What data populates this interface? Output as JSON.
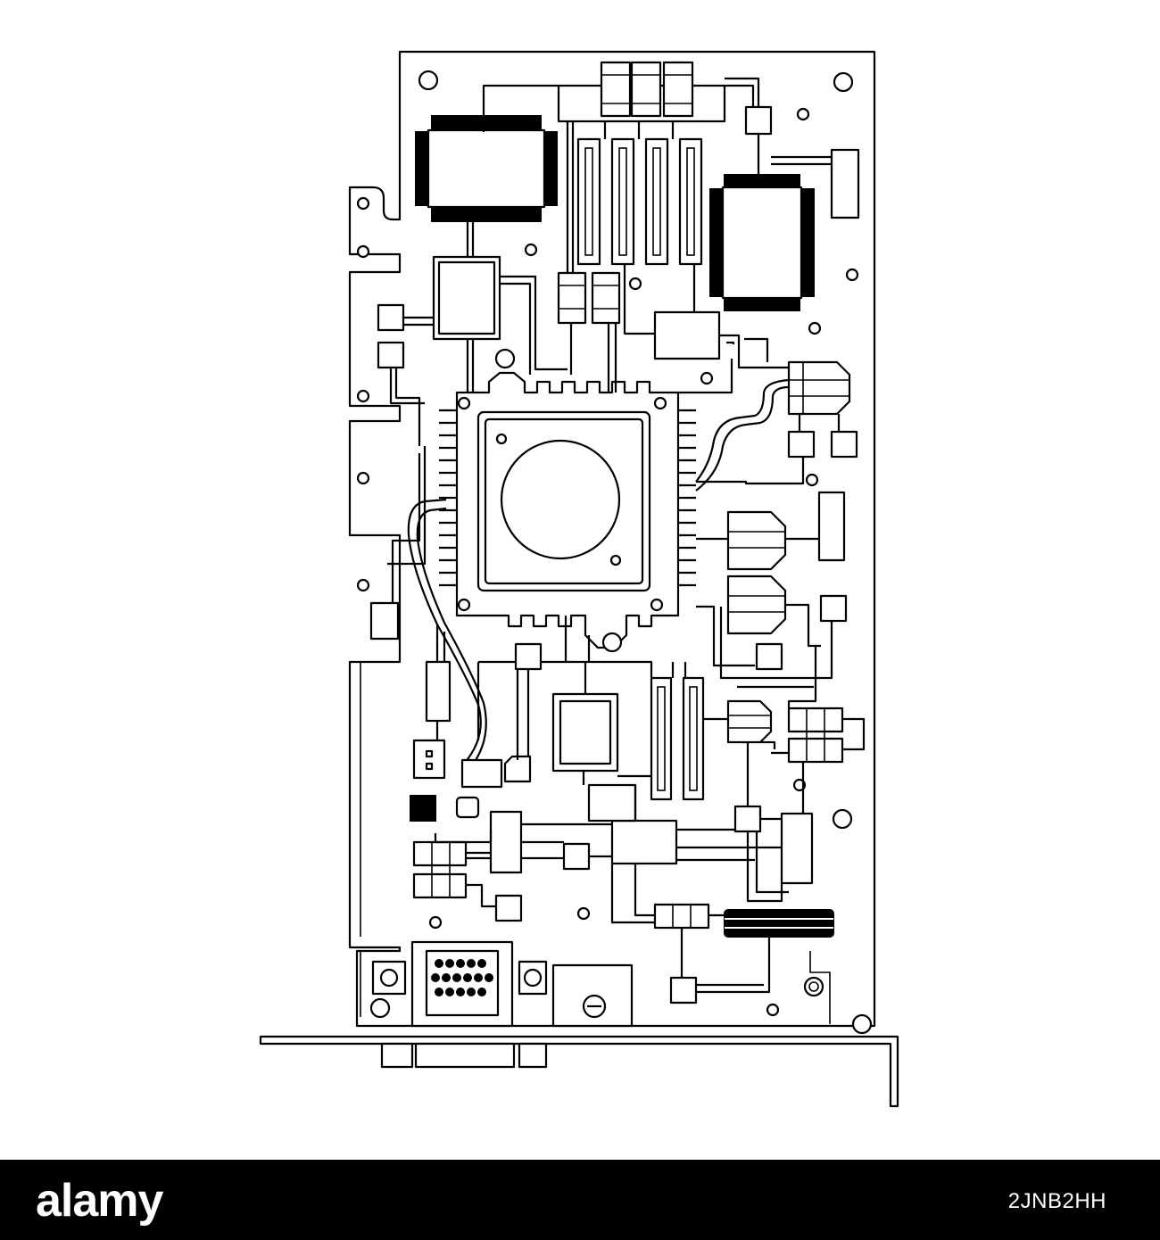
{
  "illustration": {
    "subject": "circuit-board-line-art",
    "colors": {
      "stroke": "#000000",
      "fill": "#ffffff",
      "footer": "#000000",
      "footer_text": "#ffffff"
    },
    "icons": [
      "circuit-board",
      "processor-chip",
      "cooling-fan",
      "vga-port",
      "capacitor"
    ]
  },
  "footer": {
    "brand": "alamy",
    "image_id": "2JNB2HH"
  }
}
